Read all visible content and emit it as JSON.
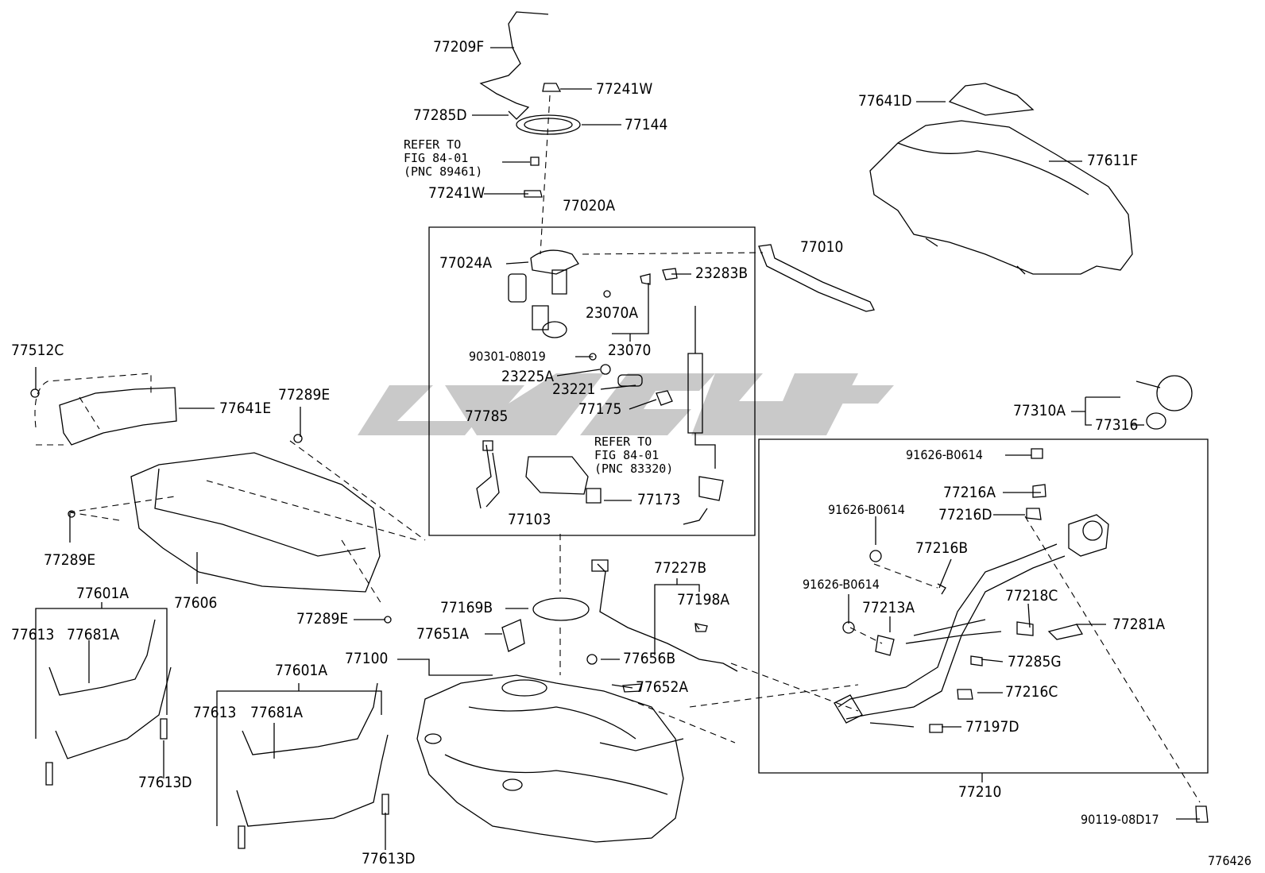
{
  "figure_number": "776426",
  "watermark": "",
  "labels": {
    "p77209F": "77209F",
    "p77241W_top": "77241W",
    "p77285D": "77285D",
    "p77144": "77144",
    "ref_8401_a": "REFER TO\nFIG 84-01\n(PNC 89461)",
    "p77241W_mid": "77241W",
    "p77020A": "77020A",
    "p77010": "77010",
    "p77024A": "77024A",
    "p23283B": "23283B",
    "p23070A": "23070A",
    "p23070": "23070",
    "p90301": "90301-08019",
    "p23225A": "23225A",
    "p23221": "23221",
    "p77175": "77175",
    "p77785": "77785",
    "ref_8401_b": "REFER TO\nFIG 84-01\n(PNC 83320)",
    "p77173": "77173",
    "p77103": "77103",
    "p77641D": "77641D",
    "p77611F": "77611F",
    "p77512C": "77512C",
    "p77289E_a": "77289E",
    "p77641E": "77641E",
    "p77289E_b": "77289E",
    "p77606": "77606",
    "p77289E_c": "77289E",
    "p77601A_a": "77601A",
    "p77613_a": "77613",
    "p77681A_a": "77681A",
    "p77613D_a": "77613D",
    "p77601A_b": "77601A",
    "p77613_b": "77613",
    "p77681A_b": "77681A",
    "p77613D_b": "77613D",
    "p77227B": "77227B",
    "p77198A": "77198A",
    "p77169B": "77169B",
    "p77651A": "77651A",
    "p77100": "77100",
    "p77656B": "77656B",
    "p77652A": "77652A",
    "p77310A": "77310A",
    "p77316": "77316",
    "p91626_a": "91626-B0614",
    "p77216A": "77216A",
    "p91626_b": "91626-B0614",
    "p77216D": "77216D",
    "p77216B": "77216B",
    "p91626_c": "91626-B0614",
    "p77213A": "77213A",
    "p77218C": "77218C",
    "p77281A": "77281A",
    "p77285G": "77285G",
    "p77216C": "77216C",
    "p77197D": "77197D",
    "p77210": "77210",
    "p90119": "90119-08D17"
  }
}
